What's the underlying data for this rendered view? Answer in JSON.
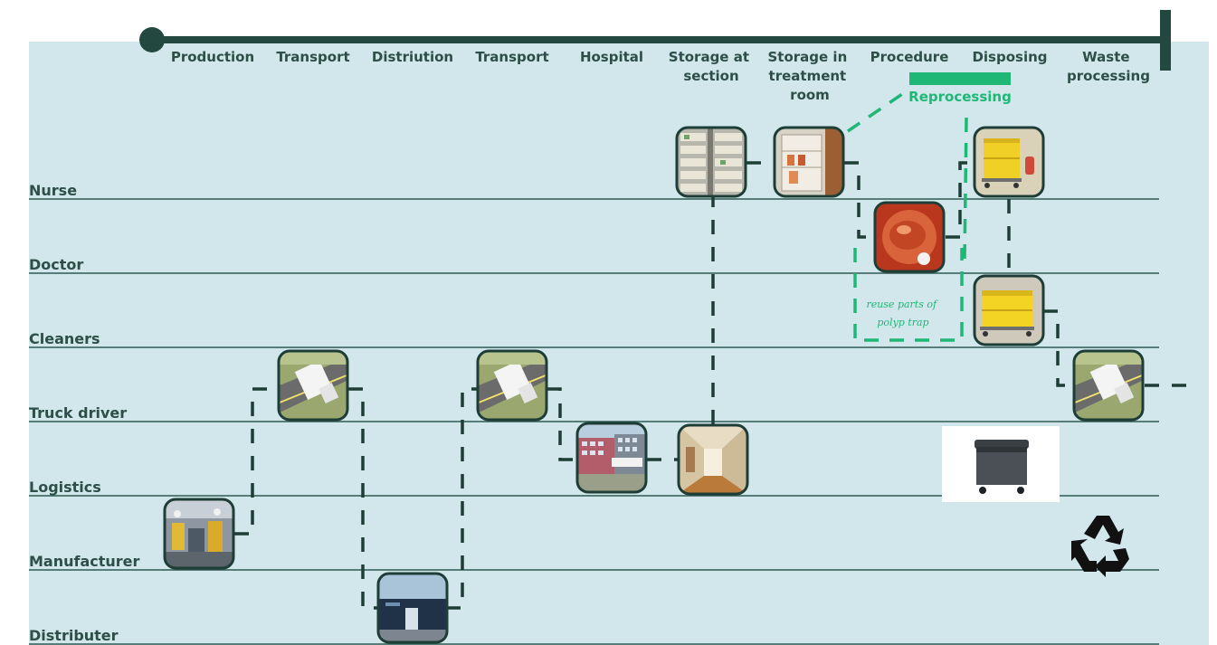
{
  "phases": {
    "production": [
      "Production"
    ],
    "transport1": [
      "Transport"
    ],
    "distribution": [
      "Distriution"
    ],
    "transport2": [
      "Transport"
    ],
    "hospital": [
      "Hospital"
    ],
    "storage_section": [
      "Storage at",
      "section"
    ],
    "storage_room": [
      "Storage in",
      "treatment",
      "room"
    ],
    "procedure": [
      "Procedure"
    ],
    "disposing": [
      "Disposing"
    ],
    "waste": [
      "Waste",
      "processing"
    ]
  },
  "roles": {
    "nurse": "Nurse",
    "doctor": "Doctor",
    "cleaners": "Cleaners",
    "truck_driver": "Truck driver",
    "logistics": "Logistics",
    "manufacturer": "Manufacturer",
    "distributer": "Distributer"
  },
  "reprocessing": {
    "label": "Reprocessing",
    "note": [
      "reuse parts of",
      "polyp trap"
    ]
  },
  "icons": {
    "factory": "factory-photo-icon",
    "truck": "truck-photo-icon",
    "warehouse": "warehouse-photo-icon",
    "hospital": "hospital-building-photo-icon",
    "corridor": "hospital-corridor-photo-icon",
    "shelves": "storage-shelves-photo-icon",
    "cabinet": "treatment-cabinet-photo-icon",
    "endoscopy": "endoscopy-photo-icon",
    "waste_cart": "yellow-waste-cart-photo-icon",
    "waste_bin": "waste-container-icon",
    "recycle": "recycle-icon"
  },
  "colors": {
    "background": "#d1e7ec",
    "timeline": "#234840",
    "accent_green": "#1fb775",
    "lane": "#2f5a52"
  }
}
